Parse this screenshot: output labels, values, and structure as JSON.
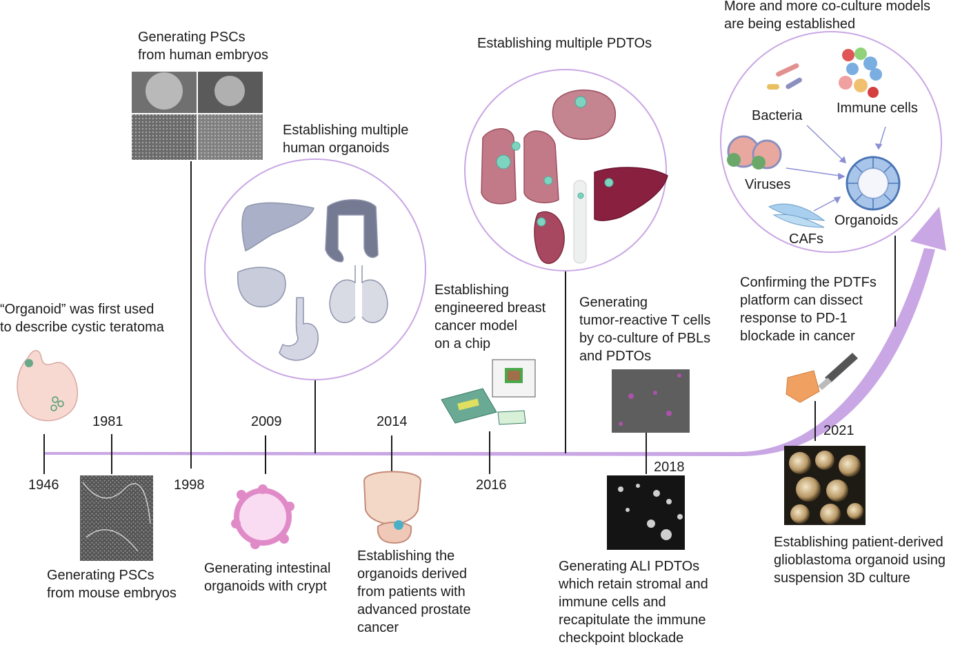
{
  "years": {
    "y1946": "1946",
    "y1981": "1981",
    "y1998": "1998",
    "y2009": "2009",
    "y2014": "2014",
    "y2016": "2016",
    "y2018": "2018",
    "y2021": "2021"
  },
  "events": {
    "e1946": "“Organoid” was first used\nto describe cystic teratoma",
    "e1981": "Generating PSCs\nfrom mouse embryos",
    "e1998": "Generating PSCs\nfrom human embryos",
    "e2009_top": "Establishing multiple\nhuman organoids",
    "e2009_bottom": "Generating intestinal\norganoids with crypt",
    "e2014": "Establishing the\norganoids derived\nfrom patients with\nadvanced prostate\ncancer",
    "e2016": "Establishing\nengineered breast\ncancer model\non a chip",
    "e_pdtos": "Establishing multiple PDTOs",
    "e2018_top": "Generating\ntumor-reactive T cells\nby co-culture of PBLs\nand PDTOs",
    "e2018_bottom": "Generating ALI PDTOs\nwhich retain stromal and\nimmune cells and\nrecapitulate the immune\ncheckpoint blockade",
    "e2021_top": "Confirming the PDTFs\n platform can dissect\nresponse to PD-1\nblockade in cancer",
    "e2021_bottom": "Establishing patient-derived\nglioblastoma organoid using\nsuspension 3D culture",
    "e_coculture": "More and more co-culture models\nare being established"
  },
  "coculture": {
    "bacteria": "Bacteria",
    "immune": "Immune cells",
    "viruses": "Viruses",
    "organoids": "Organoids",
    "cafs": "CAFs"
  },
  "colors": {
    "timeline": "#c9a6e4",
    "circle": "#c9a6e4",
    "organ_grey": "#aab0c8",
    "organ_red": "#a84760",
    "liver_dark": "#8a2040",
    "organoid_blue": "#5b86c4",
    "orange": "#f0a060"
  }
}
